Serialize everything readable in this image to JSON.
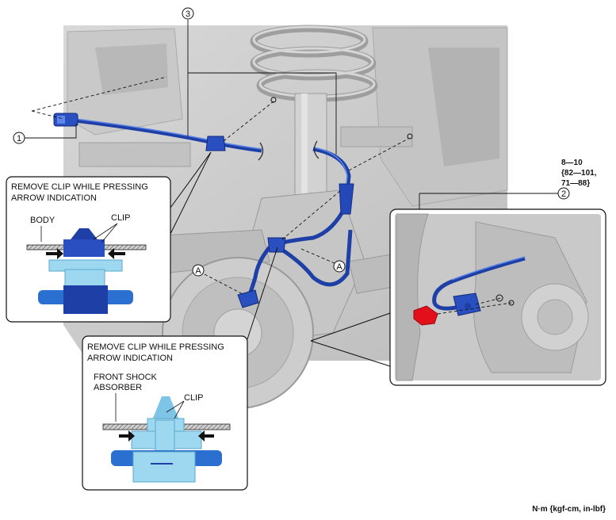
{
  "callouts": {
    "item1": "1",
    "item2": "2",
    "item3": "3",
    "ref_a": "A"
  },
  "inset_body": {
    "line1": "REMOVE CLIP WHILE PRESSING",
    "line2": "ARROW INDICATION",
    "body_label": "BODY",
    "clip_label": "CLIP"
  },
  "inset_shock": {
    "line1": "REMOVE CLIP WHILE PRESSING",
    "line2": "ARROW INDICATION",
    "label_line1": "FRONT SHOCK",
    "label_line2": "ABSORBER",
    "clip_label": "CLIP"
  },
  "torque": {
    "line1": "8—10",
    "line2": "{82—101,",
    "line3": "71—88}"
  },
  "units": "N·m {kgf-cm, in-lbf}",
  "colors": {
    "harness": "#1d3fa6",
    "harness_light": "#3a63d6",
    "clip_cyan": "#9ed8f0",
    "bolt_red": "#e3101c"
  }
}
